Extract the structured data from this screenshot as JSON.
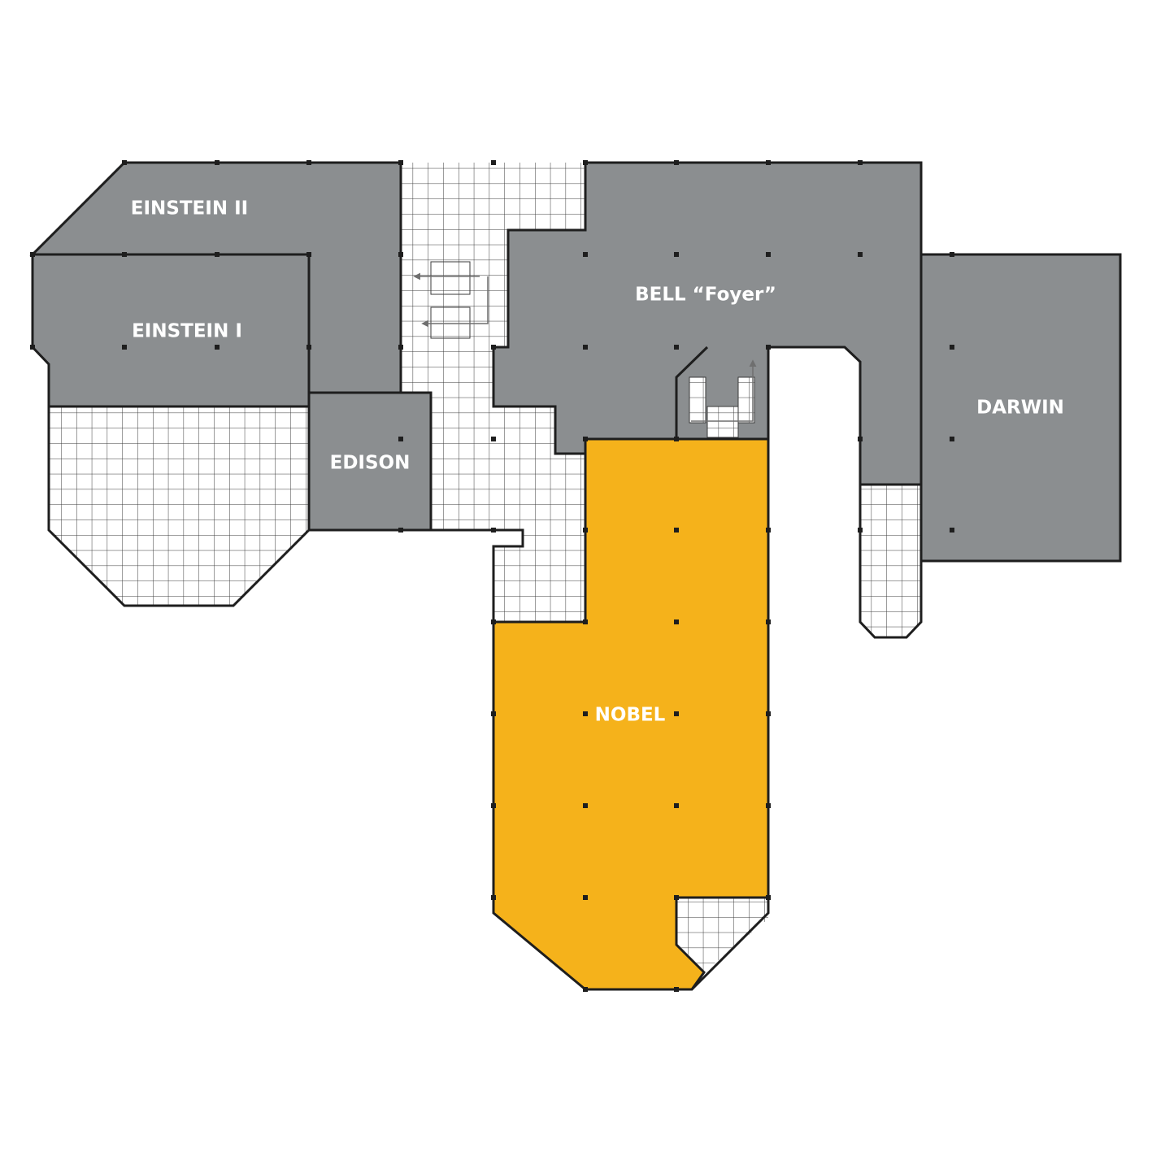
{
  "rooms": {
    "einstein_2": {
      "label": "EINSTEIN  II"
    },
    "einstein_1": {
      "label": "EINSTEIN  I"
    },
    "edison": {
      "label": "EDISON"
    },
    "bell": {
      "label": "BELL “Foyer”"
    },
    "darwin": {
      "label": "DARWIN"
    },
    "nobel": {
      "label": "NOBEL"
    }
  },
  "colors": {
    "meeting_room": "#8b8e90",
    "highlighted_room": "#f5b21b",
    "grid_line": "#3a3a3a",
    "wall": "#1e1e1e"
  },
  "icons": [
    "staircase-icon",
    "staircase-icon"
  ]
}
